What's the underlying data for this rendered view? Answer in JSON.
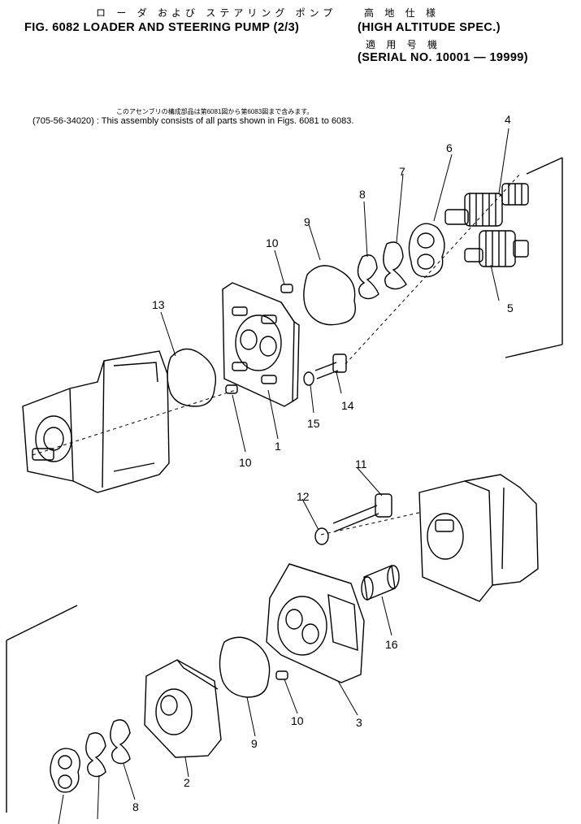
{
  "header": {
    "jp_title": "ロ ー ダ および ステアリング ポンプ",
    "jp_spec": "高 地 仕 様",
    "fig_title": "FIG. 6082  LOADER AND STEERING PUMP (2/3)",
    "spec": "(HIGH ALTITUDE SPEC.)",
    "jp_serial": "適 用 号 機",
    "serial": "(SERIAL NO. 10001 — 19999)"
  },
  "note": {
    "jp": "このアセンブリの構成部品は第6081図から第6083図まで含みます。",
    "en": "(705-56-34020) : This assembly consists of all parts shown in Figs. 6081 to 6083."
  },
  "callouts": [
    "1",
    "2",
    "3",
    "4",
    "5",
    "6",
    "7",
    "8",
    "9",
    "10",
    "11",
    "12",
    "13",
    "14",
    "15",
    "16"
  ]
}
